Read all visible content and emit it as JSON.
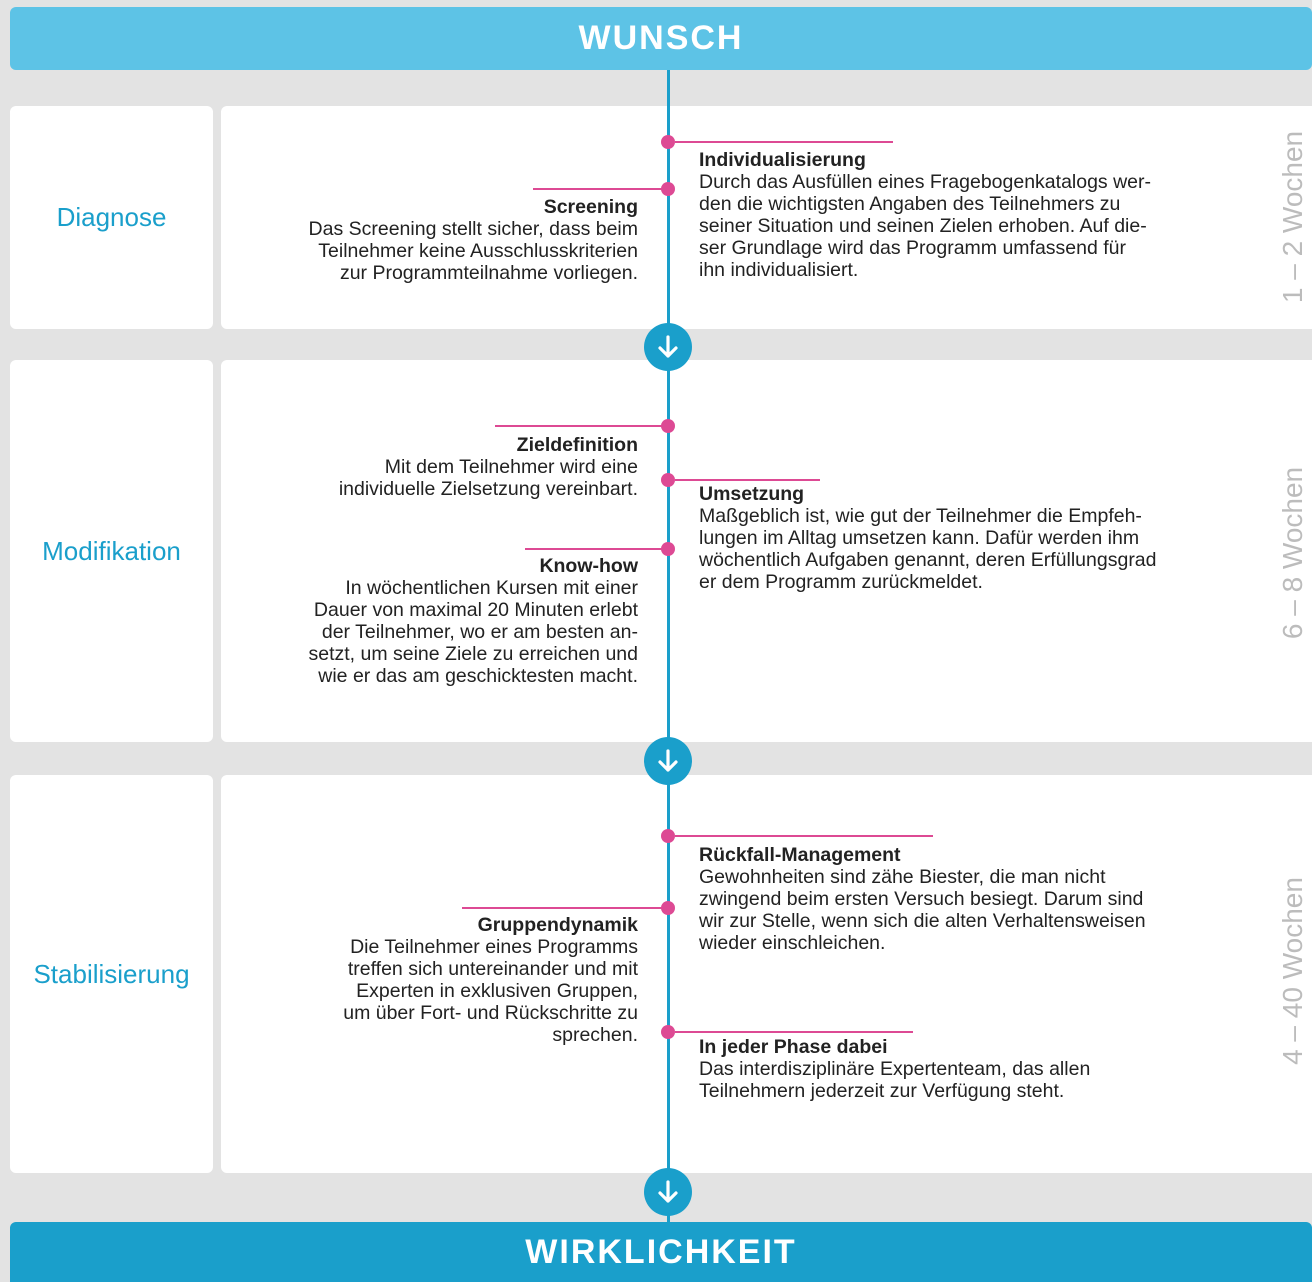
{
  "header": {
    "top_label": "WUNSCH",
    "bottom_label": "WIRKLICHKEIT"
  },
  "phases": [
    {
      "name": "Diagnose",
      "duration": "1 – 2 Wochen",
      "entries": [
        {
          "title": "Individualisierung",
          "lines": [
            "Durch das Ausfüllen eines Fragebogenkatalogs wer-",
            "den die wichtigsten Angaben des Teilnehmers zu",
            "seiner Situation und seinen Zielen erhoben. Auf die-",
            "ser Grundlage wird das Programm umfassend für",
            "ihn individualisiert."
          ]
        },
        {
          "title": "Screening",
          "lines": [
            "Das Screening stellt sicher, dass beim",
            "Teilnehmer keine Ausschlusskriterien",
            "zur Programmteilnahme vorliegen."
          ]
        }
      ]
    },
    {
      "name": "Modifikation",
      "duration": "6 – 8 Wochen",
      "entries": [
        {
          "title": "Zieldefinition",
          "lines": [
            "Mit dem Teilnehmer wird eine",
            "individuelle Zielsetzung vereinbart."
          ]
        },
        {
          "title": "Umsetzung",
          "lines": [
            "Maßgeblich ist, wie gut der Teilnehmer die Empfeh-",
            "lungen im Alltag umsetzen kann. Dafür werden ihm",
            "wöchentlich Aufgaben genannt, deren Erfüllungsgrad",
            "er dem Programm zurückmeldet."
          ]
        },
        {
          "title": "Know-how",
          "lines": [
            "In wöchentlichen Kursen mit einer",
            "Dauer von maximal 20 Minuten erlebt",
            "der Teilnehmer, wo er am besten an-",
            "setzt, um seine Ziele zu erreichen und",
            "wie er das am geschicktesten macht."
          ]
        }
      ]
    },
    {
      "name": "Stabilisierung",
      "duration": "4 – 40 Wochen",
      "entries": [
        {
          "title": "Rückfall-Management",
          "lines": [
            "Gewohnheiten sind zähe Biester, die man nicht",
            "zwingend beim ersten Versuch besiegt. Darum sind",
            "wir zur Stelle, wenn sich die alten Verhaltensweisen",
            "wieder einschleichen."
          ]
        },
        {
          "title": "Gruppendynamik",
          "lines": [
            "Die Teilnehmer eines Programms",
            "treffen sich untereinander und mit",
            "Experten in exklusiven Gruppen,",
            "um über Fort- und Rückschritte zu",
            "sprechen."
          ]
        },
        {
          "title": "In jeder Phase dabei",
          "lines": [
            "Das interdisziplinäre Expertenteam, das allen",
            "Teilnehmern jederzeit zur Verfügung steht."
          ]
        }
      ]
    }
  ]
}
